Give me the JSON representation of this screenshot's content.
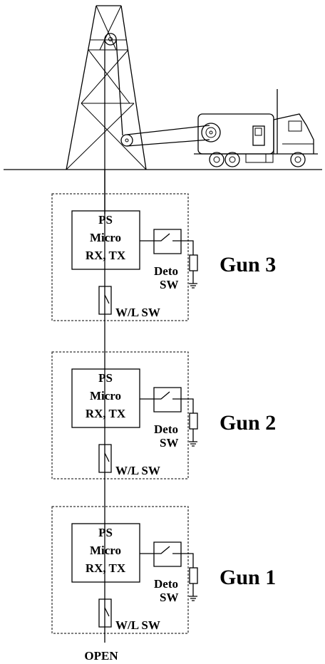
{
  "modules": [
    {
      "block_lines": [
        "PS",
        "Micro",
        "RX, TX"
      ],
      "deto_label": [
        "Deto",
        "SW"
      ],
      "wl_label": "W/L SW",
      "gun_label": "Gun 3"
    },
    {
      "block_lines": [
        "PS",
        "Micro",
        "RX, TX"
      ],
      "deto_label": [
        "Deto",
        "SW"
      ],
      "wl_label": "W/L SW",
      "gun_label": "Gun 2"
    },
    {
      "block_lines": [
        "PS",
        "Micro",
        "RX, TX"
      ],
      "deto_label": [
        "Deto",
        "SW"
      ],
      "wl_label": "W/L SW",
      "gun_label": "Gun 1"
    }
  ],
  "bottom_label": "OPEN"
}
